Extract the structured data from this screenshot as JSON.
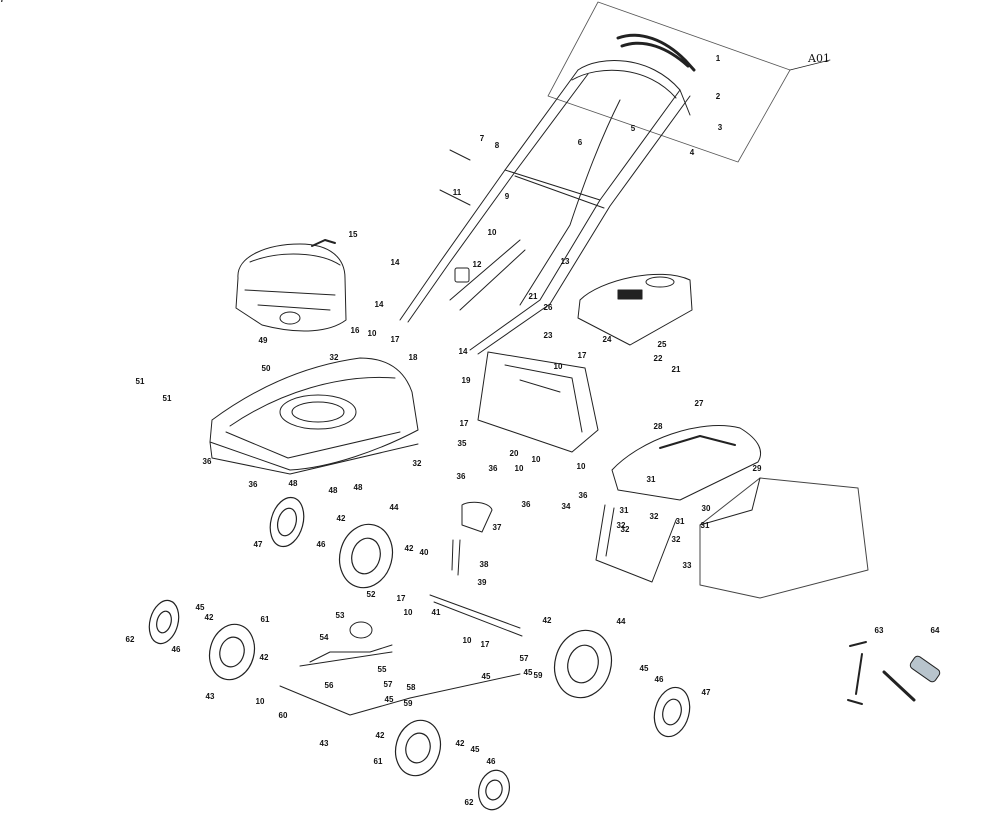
{
  "sheet_code": "A01",
  "callouts": [
    {
      "n": "1"
    },
    {
      "n": "2"
    },
    {
      "n": "3"
    },
    {
      "n": "4"
    },
    {
      "n": "5"
    },
    {
      "n": "6"
    },
    {
      "n": "7"
    },
    {
      "n": "8"
    },
    {
      "n": "9"
    },
    {
      "n": "10"
    },
    {
      "n": "11"
    },
    {
      "n": "12"
    },
    {
      "n": "13"
    },
    {
      "n": "14"
    },
    {
      "n": "14"
    },
    {
      "n": "14"
    },
    {
      "n": "15"
    },
    {
      "n": "16"
    },
    {
      "n": "17"
    },
    {
      "n": "18"
    },
    {
      "n": "19"
    },
    {
      "n": "10"
    },
    {
      "n": "20"
    },
    {
      "n": "21"
    },
    {
      "n": "21"
    },
    {
      "n": "22"
    },
    {
      "n": "23"
    },
    {
      "n": "24"
    },
    {
      "n": "25"
    },
    {
      "n": "26"
    },
    {
      "n": "27"
    },
    {
      "n": "28"
    },
    {
      "n": "29"
    },
    {
      "n": "30"
    },
    {
      "n": "31"
    },
    {
      "n": "31"
    },
    {
      "n": "31"
    },
    {
      "n": "31"
    },
    {
      "n": "32"
    },
    {
      "n": "32"
    },
    {
      "n": "32"
    },
    {
      "n": "32"
    },
    {
      "n": "32"
    },
    {
      "n": "32"
    },
    {
      "n": "33"
    },
    {
      "n": "34"
    },
    {
      "n": "35"
    },
    {
      "n": "36"
    },
    {
      "n": "36"
    },
    {
      "n": "36"
    },
    {
      "n": "36"
    },
    {
      "n": "36"
    },
    {
      "n": "36"
    },
    {
      "n": "37"
    },
    {
      "n": "38"
    },
    {
      "n": "39"
    },
    {
      "n": "40"
    },
    {
      "n": "41"
    },
    {
      "n": "42"
    },
    {
      "n": "42"
    },
    {
      "n": "42"
    },
    {
      "n": "42"
    },
    {
      "n": "42"
    },
    {
      "n": "42"
    },
    {
      "n": "42"
    },
    {
      "n": "43"
    },
    {
      "n": "43"
    },
    {
      "n": "44"
    },
    {
      "n": "44"
    },
    {
      "n": "45"
    },
    {
      "n": "45"
    },
    {
      "n": "45"
    },
    {
      "n": "45"
    },
    {
      "n": "45"
    },
    {
      "n": "45"
    },
    {
      "n": "46"
    },
    {
      "n": "46"
    },
    {
      "n": "46"
    },
    {
      "n": "46"
    },
    {
      "n": "47"
    },
    {
      "n": "47"
    },
    {
      "n": "48"
    },
    {
      "n": "48"
    },
    {
      "n": "48"
    },
    {
      "n": "49"
    },
    {
      "n": "50"
    },
    {
      "n": "51"
    },
    {
      "n": "51"
    },
    {
      "n": "52"
    },
    {
      "n": "53"
    },
    {
      "n": "54"
    },
    {
      "n": "55"
    },
    {
      "n": "56"
    },
    {
      "n": "57"
    },
    {
      "n": "57"
    },
    {
      "n": "58"
    },
    {
      "n": "59"
    },
    {
      "n": "59"
    },
    {
      "n": "60"
    },
    {
      "n": "61"
    },
    {
      "n": "61"
    },
    {
      "n": "62"
    },
    {
      "n": "62"
    },
    {
      "n": "63"
    },
    {
      "n": "64"
    },
    {
      "n": "10"
    },
    {
      "n": "10"
    },
    {
      "n": "10"
    },
    {
      "n": "10"
    },
    {
      "n": "10"
    },
    {
      "n": "10"
    },
    {
      "n": "10"
    },
    {
      "n": "17"
    },
    {
      "n": "17"
    },
    {
      "n": "17"
    },
    {
      "n": "17"
    },
    {
      "n": "17"
    }
  ],
  "colors": {
    "line": "#222222",
    "tool_fill": "#b8c4cc"
  }
}
